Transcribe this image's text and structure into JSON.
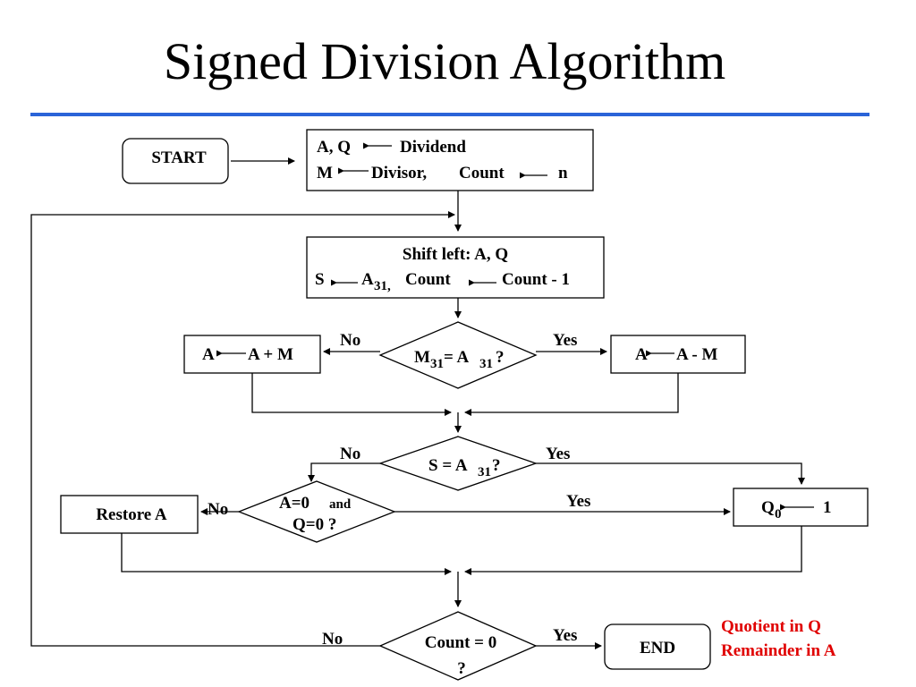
{
  "title": "Signed Division Algorithm",
  "colors": {
    "rule": "#2a64d8",
    "note": "#e00000"
  },
  "start": "START",
  "init": {
    "l1a": "A, Q",
    "l1b": "Dividend",
    "l2a": "M",
    "l2b": "Divisor,",
    "l2c": "Count",
    "l2d": "n"
  },
  "shift": {
    "l1": "Shift left:  A, Q",
    "s": "S",
    "a": "A",
    "a_sub": "31,",
    "count": "Count",
    "count_val": "Count - 1"
  },
  "d1": {
    "m": "M",
    "sub1": "31",
    "eq": " = A",
    "sub2": "31",
    "q": "?"
  },
  "add": {
    "a": "A",
    "expr": "A + M"
  },
  "sub": {
    "a": "A",
    "expr": "A - M"
  },
  "d2": {
    "s": "S = A",
    "sub": "31",
    "q": "?"
  },
  "d3": {
    "l1a": "A=0",
    "l1b": "and",
    "l2": "Q=0 ?"
  },
  "restore": "Restore A",
  "q0": {
    "q": "Q",
    "sub": "0",
    "v": "1"
  },
  "d4": {
    "l1": "Count = 0",
    "l2": "?"
  },
  "end": "END",
  "note": {
    "l1": "Quotient in Q",
    "l2": "Remainder in A"
  },
  "labels": {
    "no": "No",
    "yes": "Yes"
  }
}
